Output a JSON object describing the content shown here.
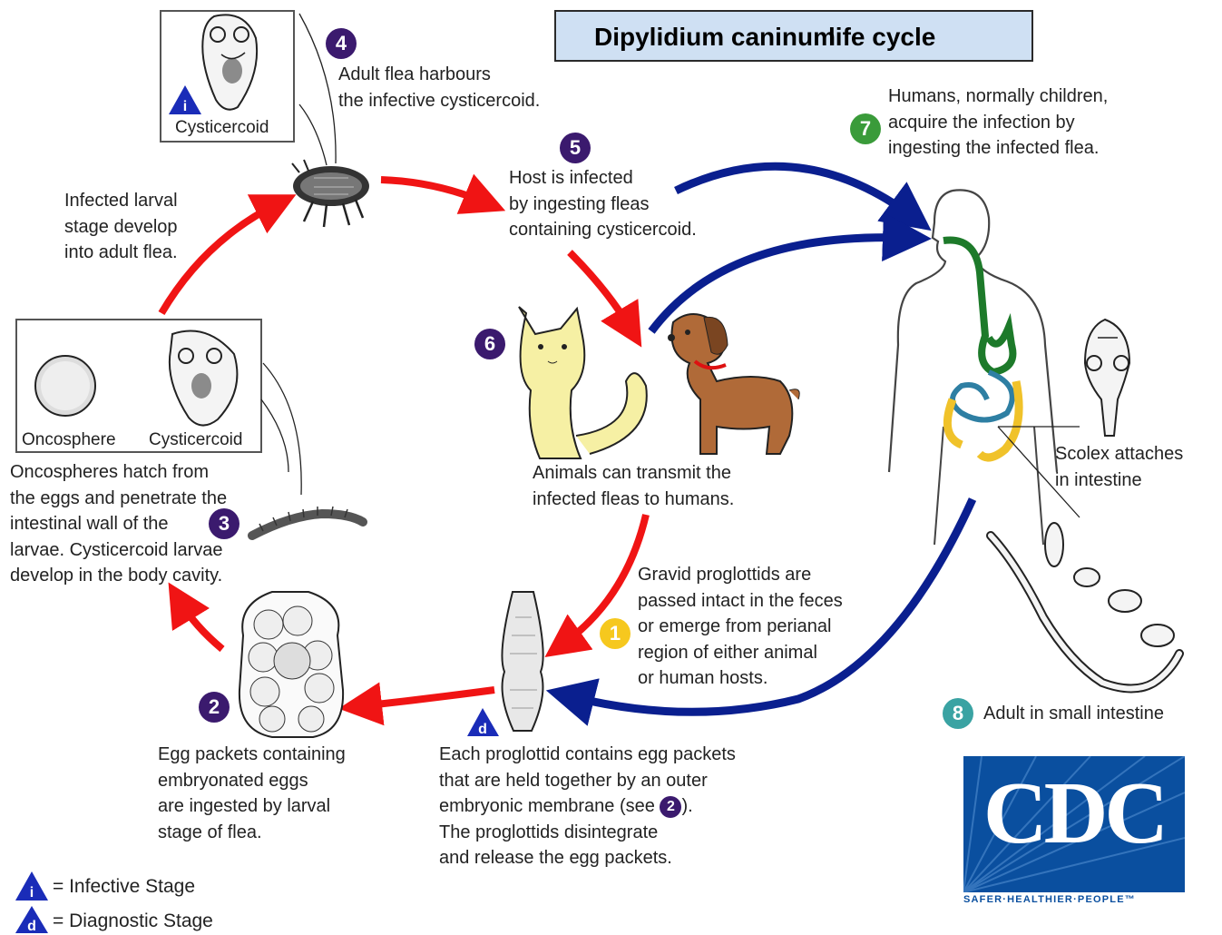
{
  "title": "Dipylidium caninum life cycle",
  "title_parts": {
    "a": "Dipylidium caninum",
    "b": "life cycle"
  },
  "colors": {
    "red_arrow": "#f01414",
    "blue_arrow": "#0a1f8f",
    "step_purple": "#3b1a6e",
    "step_green": "#3a9b3a",
    "step_yellow": "#f6c81e",
    "step_teal": "#3aa3a3",
    "cdc_blue": "#0a4f9f",
    "title_bg": "#cfe0f3"
  },
  "steps": {
    "s1": {
      "num": "1",
      "text": "Gravid proglottids are\npassed intact in the feces\nor emerge from perianal\nregion of either animal\nor human hosts."
    },
    "s2": {
      "num": "2",
      "text": "Egg packets containing\nembryonated eggs\nare ingested by larval\nstage of flea."
    },
    "s3": {
      "num": "3",
      "text": "Oncospheres hatch from\nthe eggs and penetrate the\nintestinal wall of the\nlarvae. Cysticercoid larvae\ndevelop in the body cavity."
    },
    "s4": {
      "num": "4",
      "text": "Adult flea harbours\nthe infective cysticercoid."
    },
    "s5": {
      "num": "5",
      "text": "Host is infected\nby ingesting fleas\ncontaining cysticercoid."
    },
    "s6": {
      "num": "6",
      "text": "Animals can transmit the\ninfected fleas to humans."
    },
    "s7": {
      "num": "7",
      "text": "Humans, normally children,\nacquire the infection by\ningesting the infected flea."
    },
    "s8": {
      "num": "8",
      "text": "Adult in small intestine"
    }
  },
  "larval_text": "Infected larval\nstage develop\ninto adult flea.",
  "proglottid_text": {
    "line1": "Each proglottid contains egg packets",
    "line2": "that are held together by an outer",
    "line3a": "embryonic membrane (see",
    "line3b": ").",
    "ref": "2",
    "line4": "The proglottids disintegrate",
    "line5": "and release the egg packets."
  },
  "scolex_text": "Scolex attaches\nin intestine",
  "captions": {
    "cysticercoid_top": "Cysticercoid",
    "oncosphere": "Oncosphere",
    "cysticercoid_mid": "Cysticercoid"
  },
  "stage_marks": {
    "infective": "i",
    "diagnostic": "d"
  },
  "legend": {
    "infective": "= Infective Stage",
    "diagnostic": "= Diagnostic Stage"
  },
  "logo": {
    "letters": "CDC",
    "tagline": "SAFER·HEALTHIER·PEOPLE™"
  }
}
